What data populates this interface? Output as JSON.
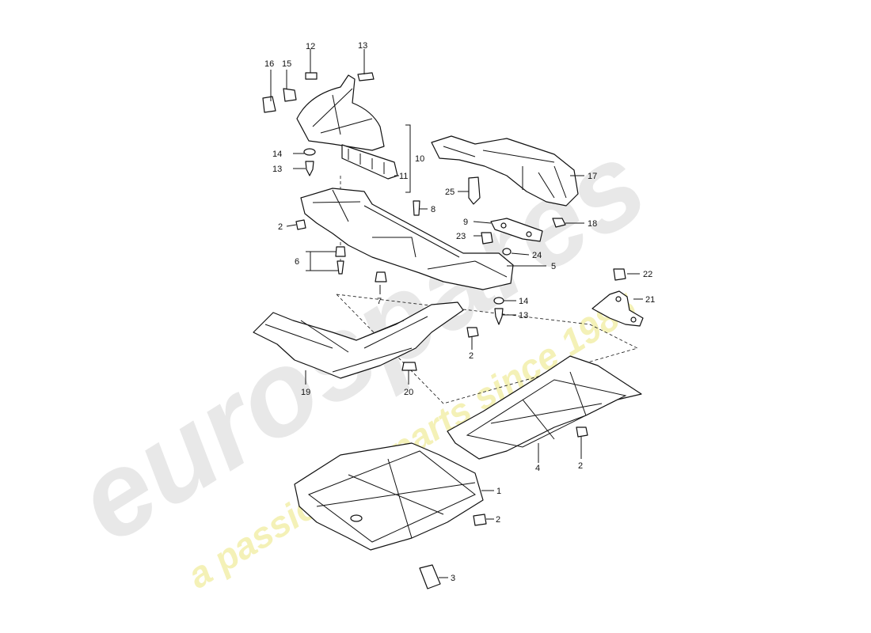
{
  "watermark": {
    "brand": "eurospares",
    "tagline": "a passion for parts since 1985"
  },
  "callouts": {
    "c1": "1",
    "c2a": "2",
    "c2b": "2",
    "c2c": "2",
    "c2d": "2",
    "c3": "3",
    "c4": "4",
    "c5": "5",
    "c6": "6",
    "c7": "7",
    "c8": "8",
    "c9": "9",
    "c10": "10",
    "c11": "11",
    "c12": "12",
    "c13a": "13",
    "c13b": "13",
    "c13c": "13",
    "c14a": "14",
    "c14b": "14",
    "c15": "15",
    "c16": "16",
    "c17": "17",
    "c18": "18",
    "c19": "19",
    "c20": "20",
    "c21": "21",
    "c22": "22",
    "c23": "23",
    "c24": "24",
    "c25": "25"
  },
  "colors": {
    "line": "#111111",
    "watermark_brand": "#e6e6e6",
    "watermark_tagline": "#f3f0b0"
  }
}
